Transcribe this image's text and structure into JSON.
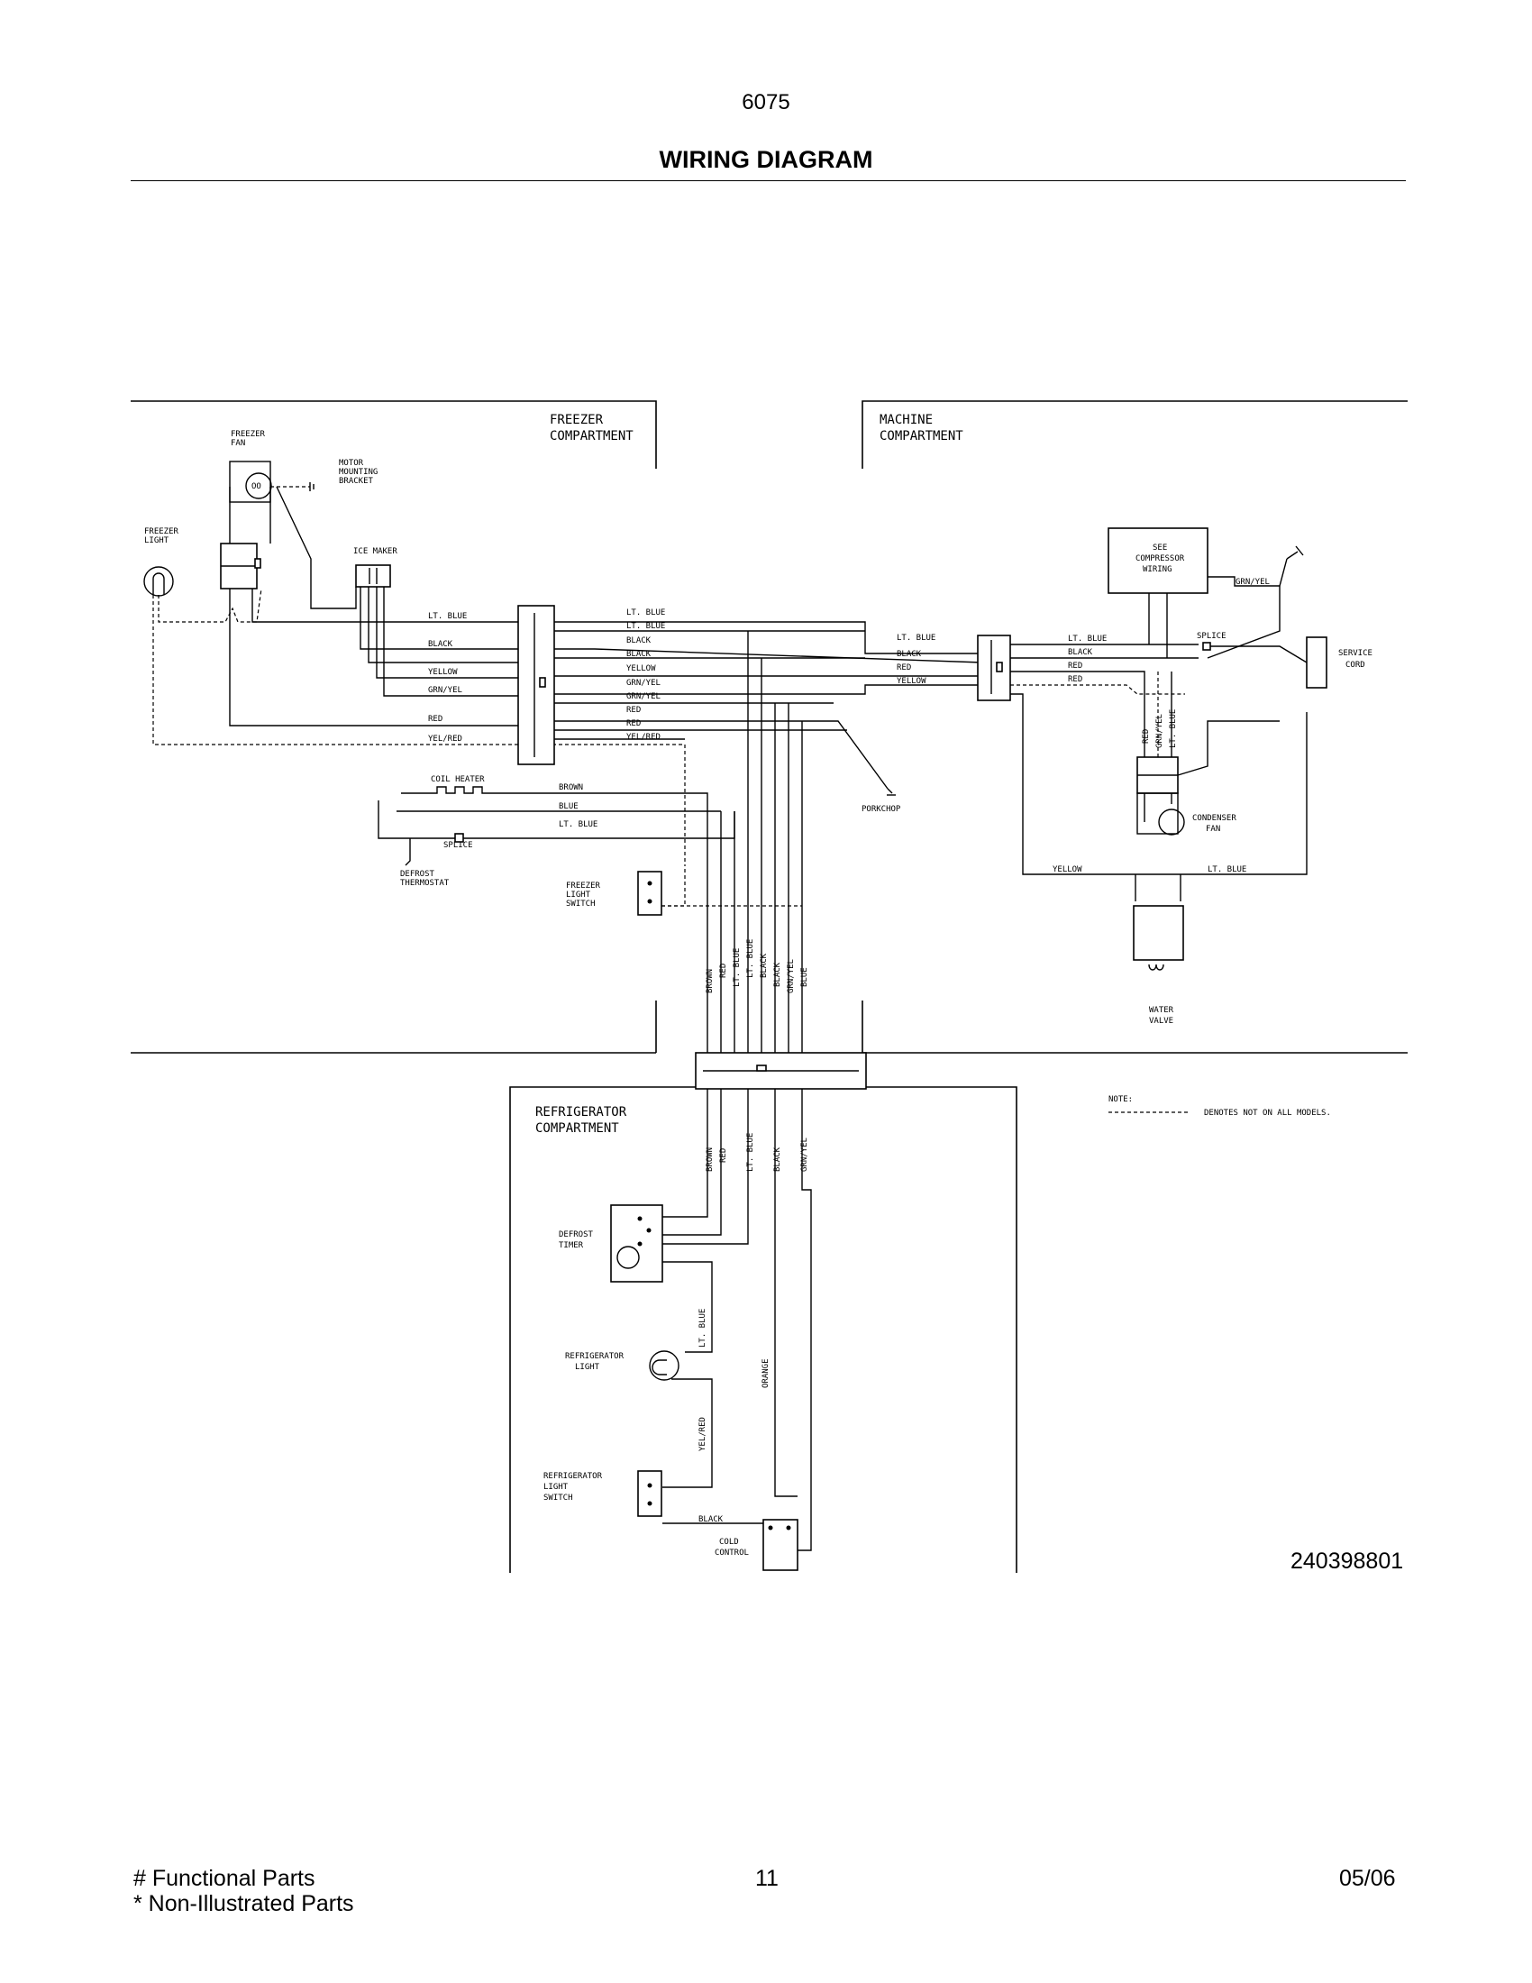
{
  "page": {
    "model": "6075",
    "title": "WIRING DIAGRAM",
    "diagram_number": "240398801",
    "footer": {
      "functional_parts": "# Functional Parts",
      "non_illustrated": "* Non-Illustrated Parts",
      "page_number": "11",
      "date": "05/06"
    }
  },
  "sections": {
    "freezer": [
      "FREEZER",
      "COMPARTMENT"
    ],
    "machine": [
      "MACHINE",
      "COMPARTMENT"
    ],
    "refrigerator": [
      "REFRIGERATOR",
      "COMPARTMENT"
    ]
  },
  "components": {
    "freezer_fan": [
      "FREEZER",
      "FAN"
    ],
    "motor_bracket": [
      "MOTOR",
      "MOUNTING",
      "BRACKET"
    ],
    "freezer_light": [
      "FREEZER",
      "LIGHT"
    ],
    "ice_maker": "ICE MAKER",
    "coil_heater": "COIL HEATER",
    "splice_defrost": "SPLICE",
    "defrost_thermostat": [
      "DEFROST",
      "THERMOSTAT"
    ],
    "freezer_light_switch": [
      "FREEZER",
      "LIGHT",
      "SWITCH"
    ],
    "porkchop": "PORKCHOP",
    "compressor": [
      "SEE",
      "COMPRESSOR",
      "WIRING"
    ],
    "splice_machine": "SPLICE",
    "service_cord": [
      "SERVICE",
      "CORD"
    ],
    "condenser_fan": [
      "CONDENSER",
      "FAN"
    ],
    "water_valve": [
      "WATER",
      "VALVE"
    ],
    "defrost_timer": [
      "DEFROST",
      "TIMER"
    ],
    "refrigerator_light": [
      "REFRIGERATOR",
      "LIGHT"
    ],
    "refrigerator_light_switch": [
      "REFRIGERATOR",
      "LIGHT",
      "SWITCH"
    ],
    "cold_control": [
      "COLD",
      "CONTROL"
    ]
  },
  "wires": {
    "freezer_left": [
      "LT. BLUE",
      "BLACK",
      "YELLOW",
      "GRN/YEL",
      "RED",
      "YEL/RED"
    ],
    "freezer_right": [
      "LT. BLUE",
      "LT. BLUE",
      "BLACK",
      "BLACK",
      "YELLOW",
      "GRN/YEL",
      "GRN/YEL",
      "RED",
      "RED",
      "YEL/RED"
    ],
    "heater": [
      "BROWN",
      "BLUE",
      "LT. BLUE"
    ],
    "machine_left": [
      "LT. BLUE",
      "BLACK",
      "RED",
      "YELLOW"
    ],
    "machine_right": [
      "LT. BLUE",
      "BLACK",
      "RED",
      "RED"
    ],
    "compressor_grn": "GRN/YEL",
    "machine_vertical": [
      "RED",
      "GRN/YEL",
      "LT. BLUE"
    ],
    "valve": [
      "YELLOW",
      "LT. BLUE"
    ],
    "trunk_upper": [
      "BROWN",
      "RED",
      "LT. BLUE",
      "LT. BLUE",
      "BLACK",
      "BLACK",
      "GRN/YEL",
      "BLUE"
    ],
    "trunk_lower": [
      "BROWN",
      "RED",
      "LT. BLUE",
      "BLACK",
      "GRN/YEL"
    ],
    "refrig": [
      "LT. BLUE",
      "ORANGE",
      "YEL/RED",
      "BLACK"
    ]
  },
  "note": {
    "label": "NOTE:",
    "text": "DENOTES NOT ON ALL MODELS."
  }
}
